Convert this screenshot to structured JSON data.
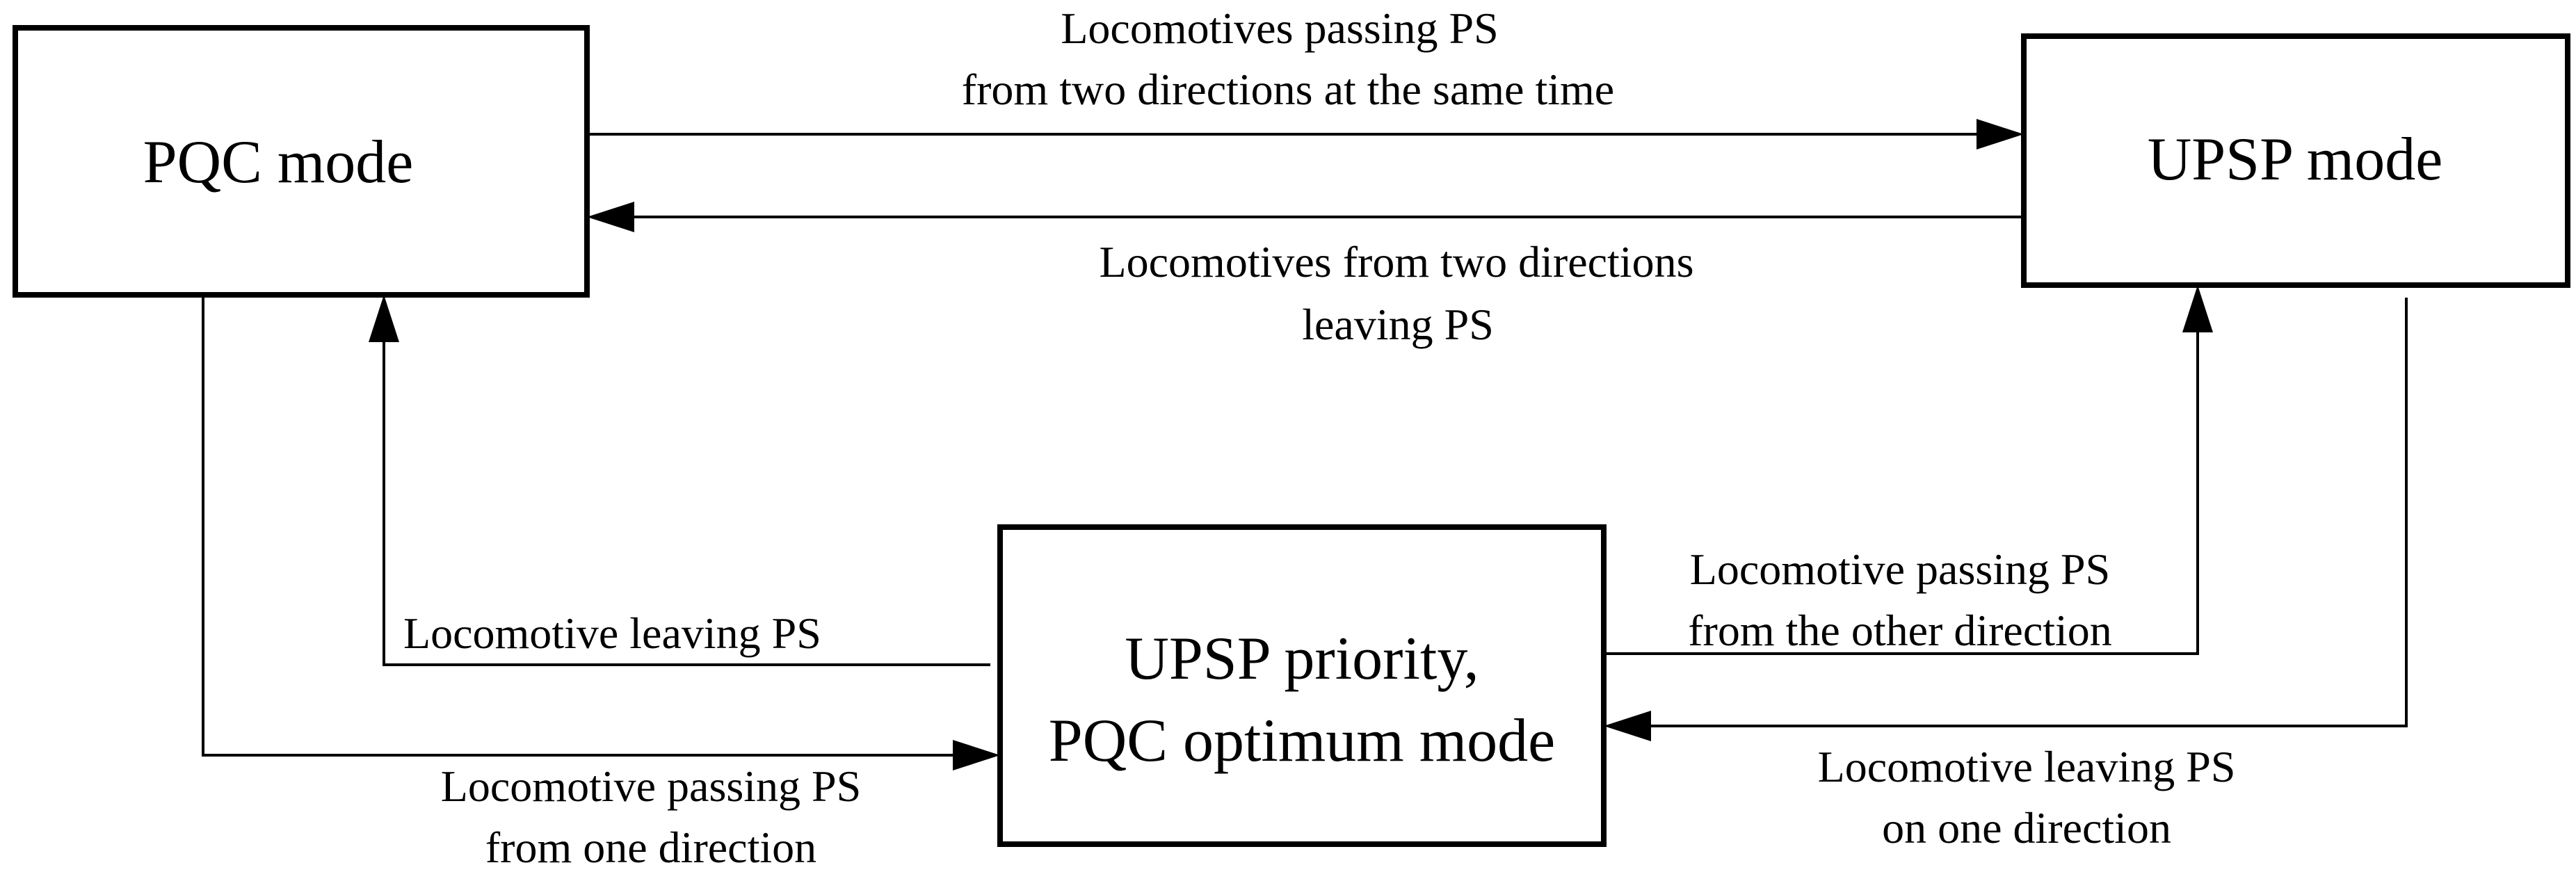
{
  "nodes": {
    "pqc": "PQC mode",
    "upsp": "UPSP mode",
    "priority_line1": "UPSP priority,",
    "priority_line2": "PQC optimum mode"
  },
  "edges": {
    "pqc_to_upsp": [
      "Locomotives passing PS",
      "from two directions at the same time"
    ],
    "upsp_to_pqc": [
      "Locomotives from two directions",
      "leaving PS"
    ],
    "priority_to_pqc": [
      "Locomotive leaving PS"
    ],
    "pqc_to_priority": [
      "Locomotive passing PS",
      "from one direction"
    ],
    "priority_to_upsp": [
      "Locomotive passing PS",
      "from the other direction"
    ],
    "upsp_to_priority": [
      "Locomotive leaving PS",
      "on one direction"
    ]
  },
  "colors": {
    "stroke": "#000000",
    "background": "#ffffff"
  }
}
